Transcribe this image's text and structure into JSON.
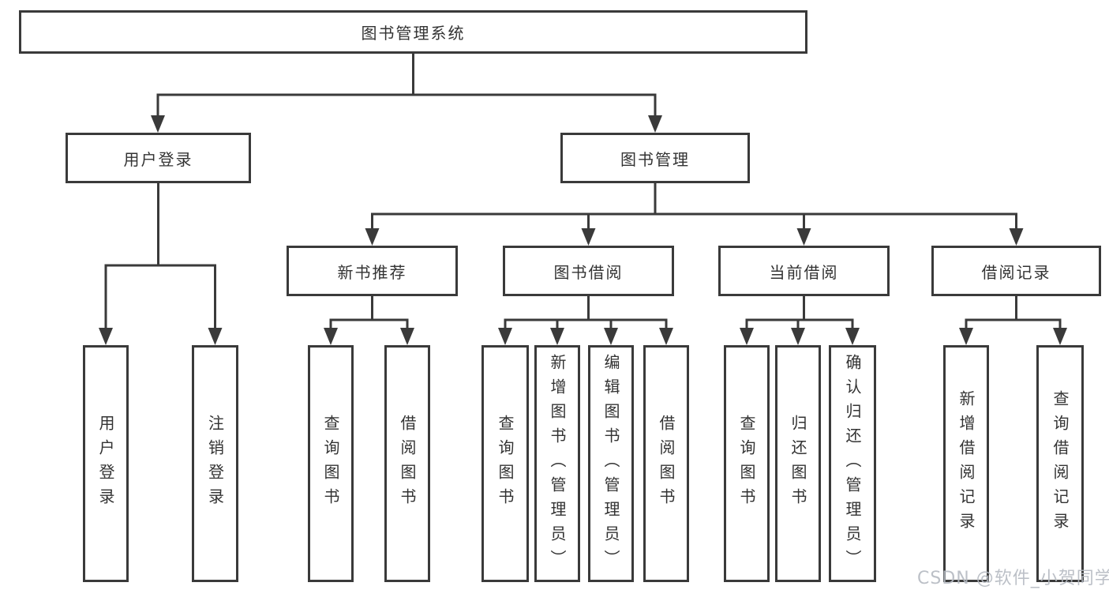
{
  "tree": {
    "root": {
      "label": "图书管理系统",
      "children": [
        {
          "label": "用户登录",
          "children": [
            {
              "label": "用户登录"
            },
            {
              "label": "注销登录"
            }
          ]
        },
        {
          "label": "图书管理",
          "children": [
            {
              "label": "新书推荐",
              "children": [
                {
                  "label": "查询图书"
                },
                {
                  "label": "借阅图书"
                }
              ]
            },
            {
              "label": "图书借阅",
              "children": [
                {
                  "label": "查询图书"
                },
                {
                  "label": "新增图书（管理员）"
                },
                {
                  "label": "编辑图书（管理员）"
                },
                {
                  "label": "借阅图书"
                }
              ]
            },
            {
              "label": "当前借阅",
              "children": [
                {
                  "label": "查询图书"
                },
                {
                  "label": "归还图书"
                },
                {
                  "label": "确认归还（管理员）"
                }
              ]
            },
            {
              "label": "借阅记录",
              "children": [
                {
                  "label": "新增借阅记录"
                },
                {
                  "label": "查询借阅记录"
                }
              ]
            }
          ]
        }
      ]
    }
  },
  "watermark": {
    "text": "CSDN @软件_小贺同学"
  },
  "colors": {
    "line": "#3a3a3a",
    "box_border": "#3a3a3a",
    "text": "#333333",
    "watermark": "#b5bac2",
    "background": "#ffffff"
  }
}
